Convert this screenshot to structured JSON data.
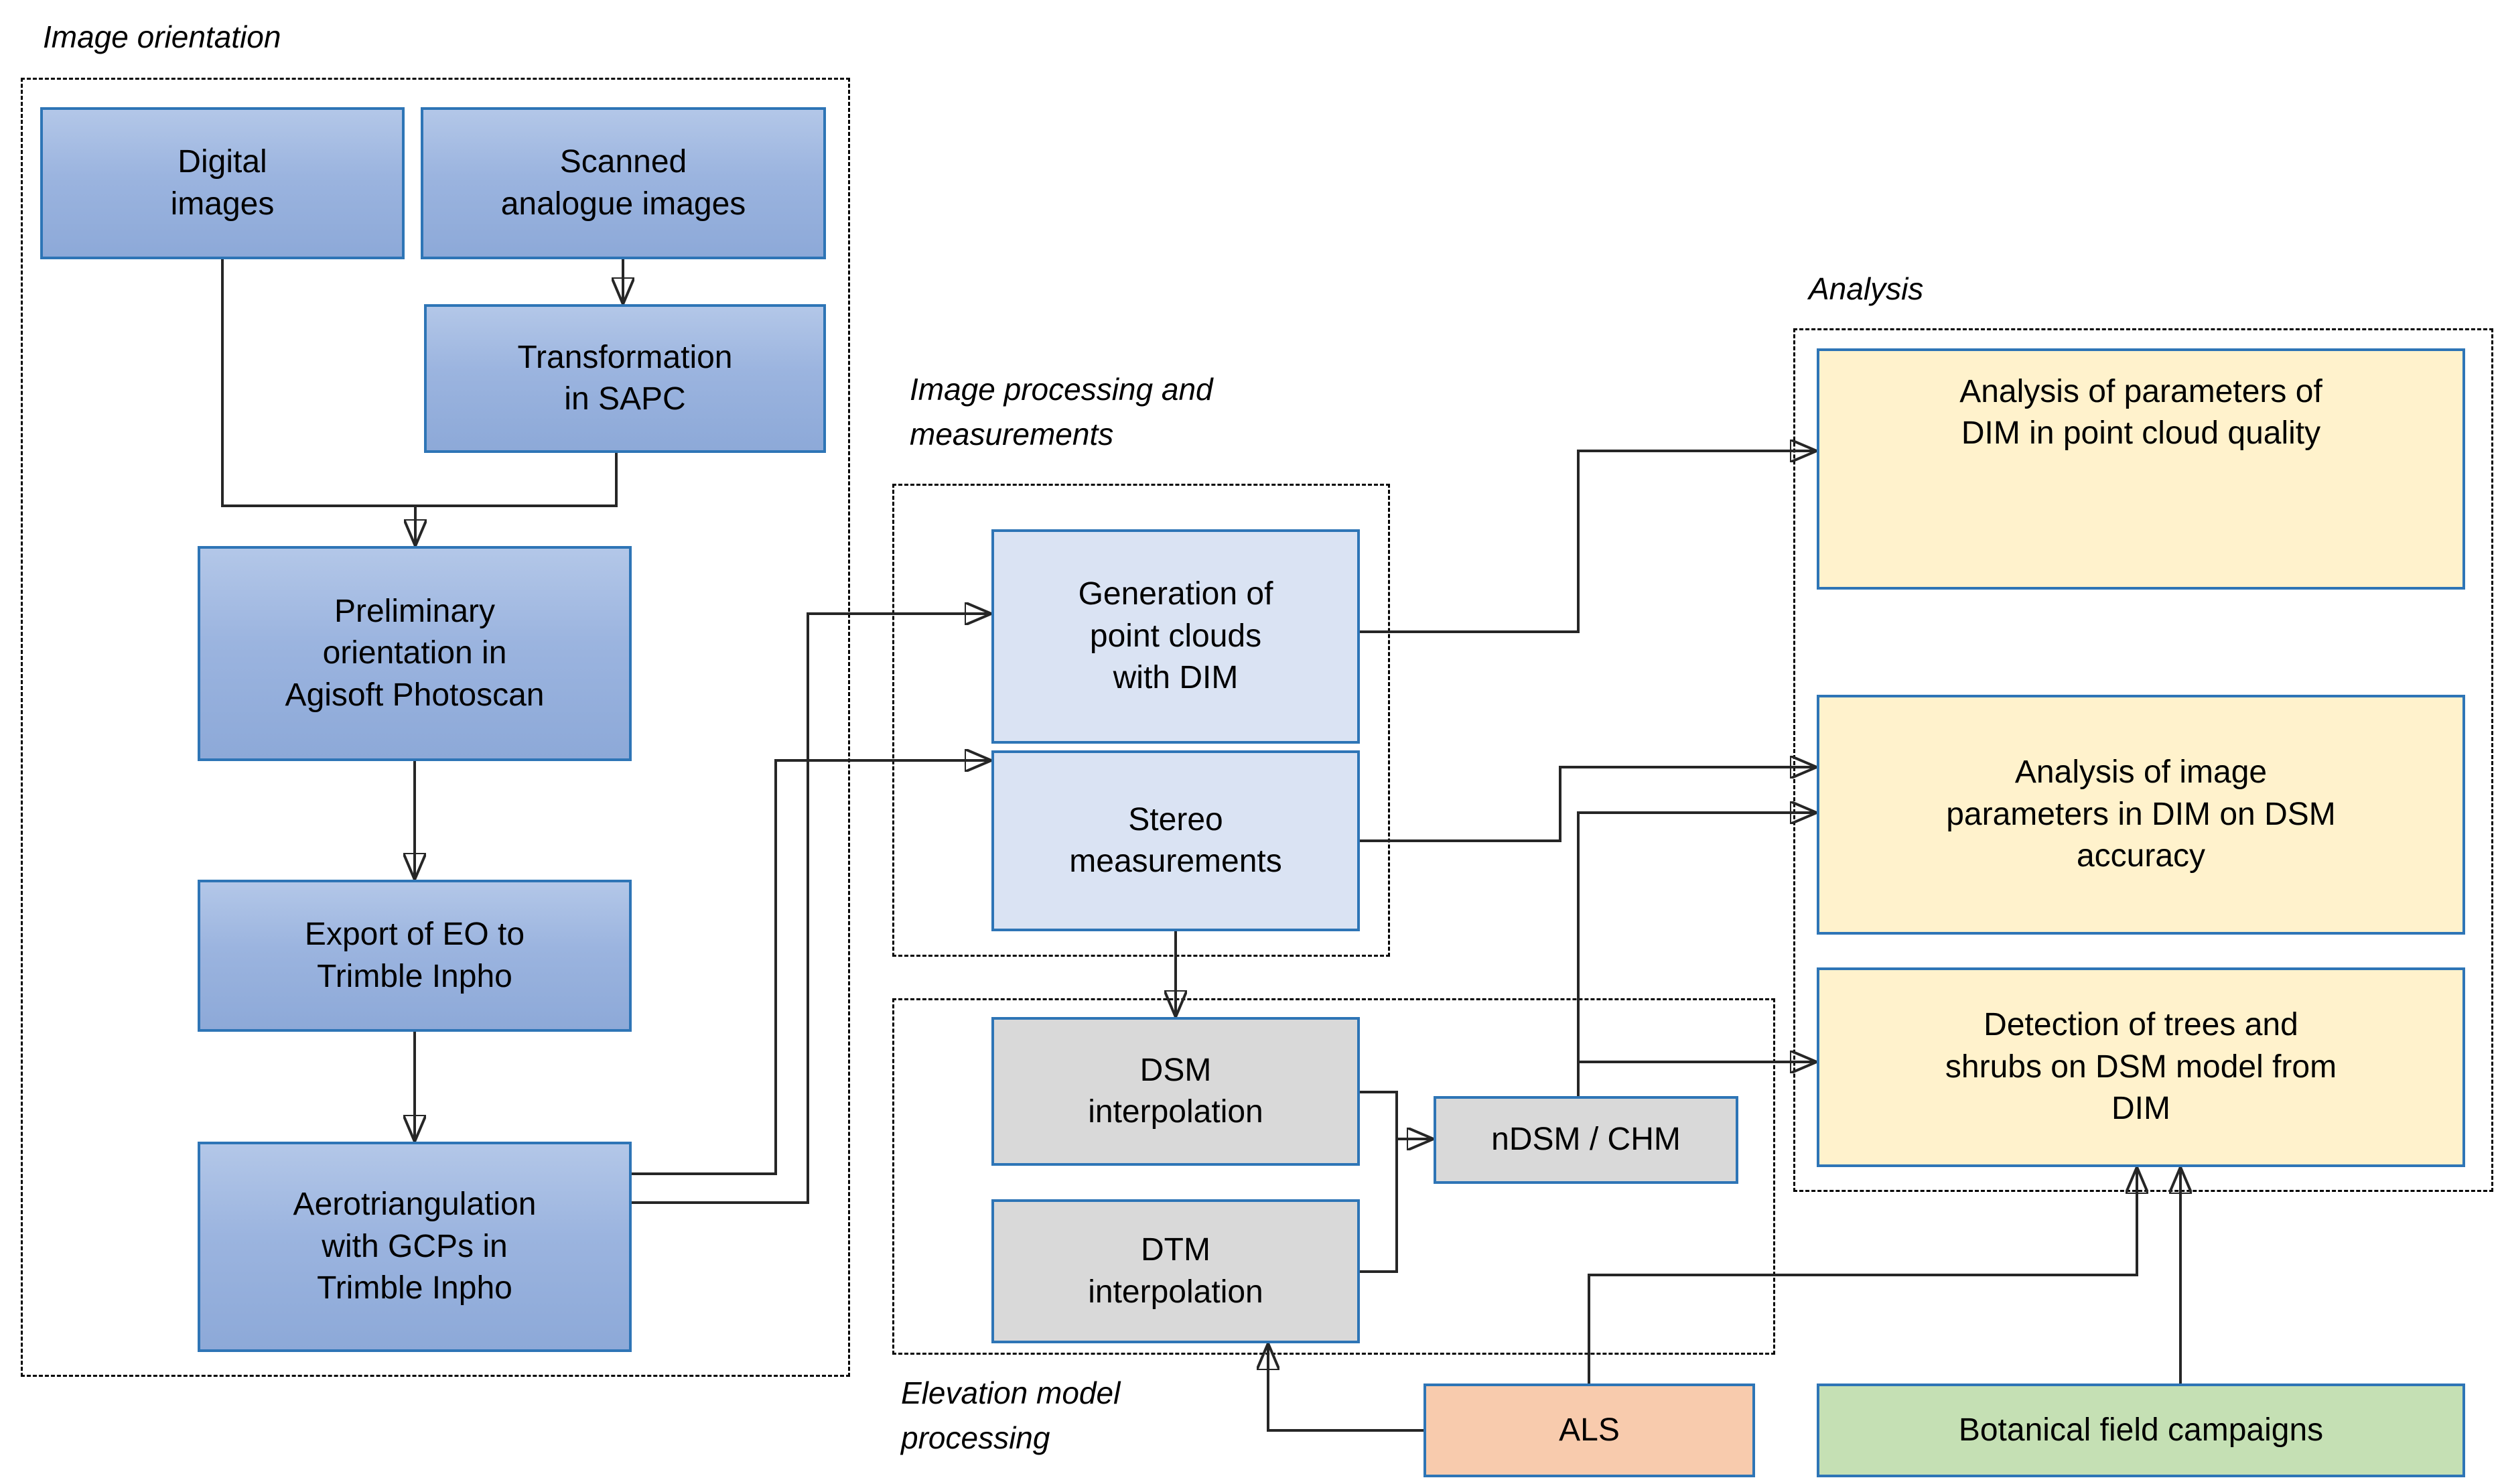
{
  "sections": {
    "image_orientation": "Image orientation",
    "image_processing": "Image processing and\nmeasurements",
    "elevation_model": "Elevation model\nprocessing",
    "analysis": "Analysis"
  },
  "nodes": {
    "digital_images": "Digital\nimages",
    "scanned_images": "Scanned\nanalogue images",
    "transformation": "Transformation\nin SAPC",
    "preliminary": "Preliminary\norientation in\nAgisoft Photoscan",
    "export_eo": "Export of EO to\nTrimble Inpho",
    "aerotriangulation": "Aerotriangulation\nwith GCPs in\nTrimble Inpho",
    "generation": "Generation of\npoint clouds\nwith DIM",
    "stereo": "Stereo\nmeasurements",
    "dsm": "DSM\ninterpolation",
    "dtm": "DTM\ninterpolation",
    "ndsm": "nDSM / CHM",
    "als": "ALS",
    "botanical": "Botanical field campaigns",
    "analysis_point_cloud": "Analysis of parameters of\nDIM in point cloud quality",
    "analysis_dsm_accuracy": "Analysis of image\nparameters in DIM on DSM\naccuracy",
    "detection_trees": "Detection of trees and\nshrubs on DSM model from\nDIM"
  },
  "colors": {
    "box_border": "#2e75b6",
    "blue_top": "#b3c7e8",
    "blue_bottom": "#8da9d8",
    "light_blue": "#dae3f3",
    "gray": "#d9d9d9",
    "yellow": "#fff2cc",
    "orange": "#f8cbad",
    "green": "#c5e0b4",
    "connector": "#262626"
  }
}
